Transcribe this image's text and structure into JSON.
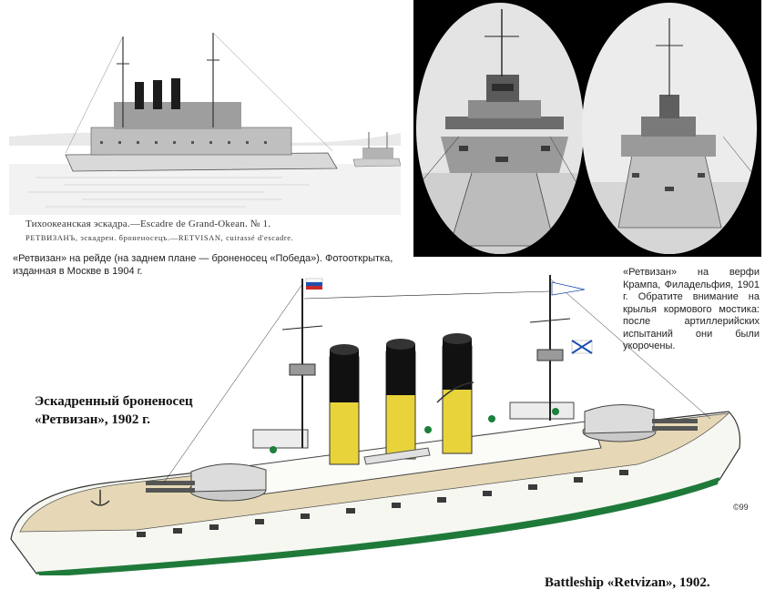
{
  "postcard": {
    "caption_line1": "Тихоокеанская эскадра.—Escadre de Grand-Okean. № 1.",
    "caption_line2": "РЕТВИЗАНЪ, эскадрен. броненосецъ.—RETVISAN, cuirassé d'escadre."
  },
  "photo_caption": "«Ретвизан» на рейде (на заднем плане — броненосец «Победа»). Фотооткрытка, изданная в Москве в 1904 г.",
  "shipyard_caption": "«Ретвизан» на верфи Крампа, Филадельфия, 1901 г. Обратите внимание на крылья кормового мостика: после артиллерийских испытаний они были укорочены.",
  "illustration": {
    "title_ru_line1": "Эскадренный броненосец",
    "title_ru_line2": "«Ретвизан», 1902 г.",
    "title_en": "Battleship «Retvizan», 1902.",
    "signature": "©99",
    "colors": {
      "funnel_yellow": "#e8d43a",
      "funnel_cap": "#111111",
      "hull": "#f7f7f2",
      "deck": "#e6d8b6",
      "waterline": "#1f7a3a",
      "flag_blue": "#1f4fb0",
      "flag_red": "#c8282a"
    }
  }
}
